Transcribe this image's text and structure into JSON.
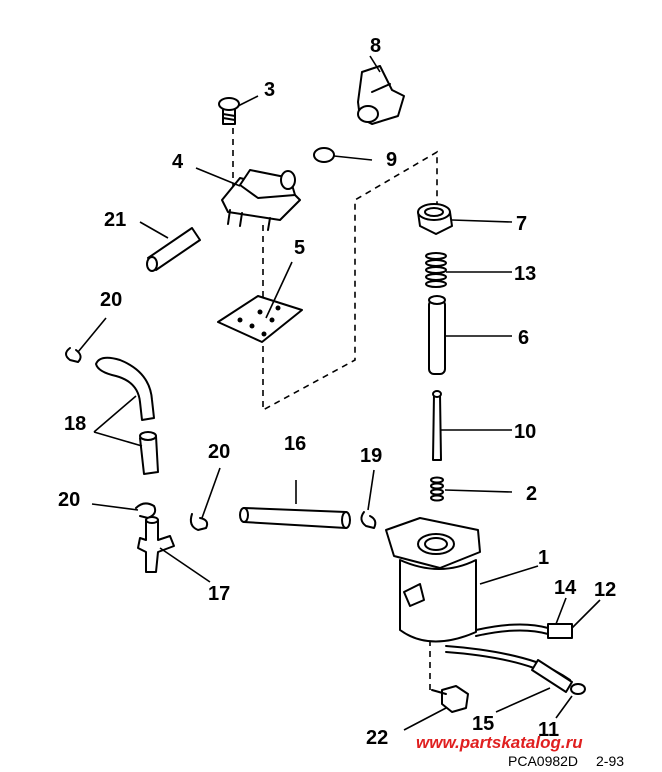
{
  "parts": {
    "p1": "1",
    "p2": "2",
    "p3": "3",
    "p4": "4",
    "p5": "5",
    "p6": "6",
    "p7": "7",
    "p8": "8",
    "p9": "9",
    "p10": "10",
    "p11": "11",
    "p12": "12",
    "p13": "13",
    "p14": "14",
    "p15": "15",
    "p16": "16",
    "p17": "17",
    "p18": "18",
    "p19": "19",
    "p20a": "20",
    "p20b": "20",
    "p20c": "20",
    "p21": "21",
    "p22": "22"
  },
  "footer": {
    "code": "PCA0982D",
    "date": "2-93",
    "watermark": "www.partskatalog.ru"
  }
}
